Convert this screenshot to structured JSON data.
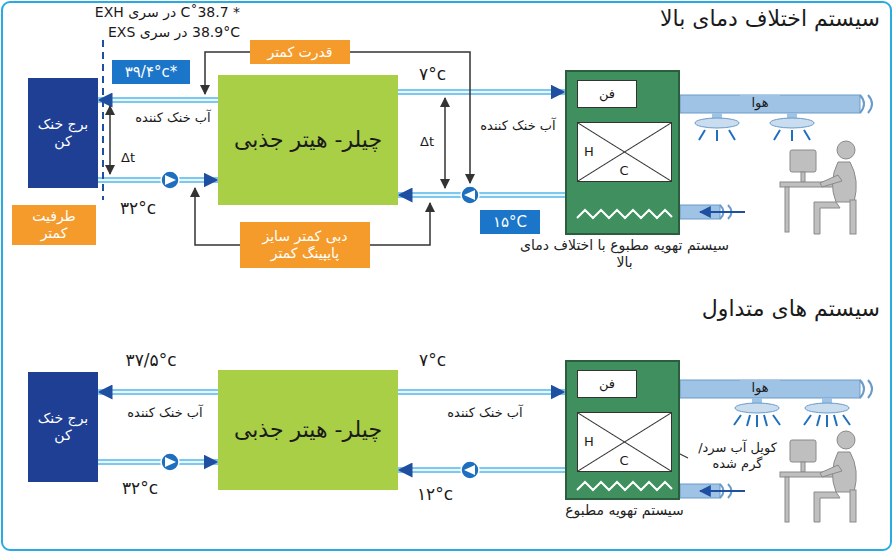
{
  "diagram": {
    "nodes": [
      {
        "text": [
          "برج خنک کن"
        ]
      },
      {
        "text": [
          "قدرت کمتر"
        ]
      },
      {
        "text": [
          "۳۹/۴°c*"
        ]
      },
      {
        "text": [
          "چیلر- هیتر جذبی"
        ]
      },
      {
        "text": [
          "سیستم تهویه مطبوع با اختلاف دمای بالا"
        ]
      },
      {
        "text": [
          "فن"
        ],
        "in": 4
      },
      {
        "text": [
          "H",
          "C"
        ],
        "in": 4
      },
      {
        "text": [
          "طرفیت کمتر"
        ]
      },
      {
        "text": [
          "دبی کمتر سایز پایپینگ کمتر"
        ]
      },
      {
        "text": [
          "۱۵°C"
        ]
      },
      {
        "text": [
          "برج خنک کن"
        ]
      },
      {
        "text": [
          "چیلر- هیتر جذبی"
        ]
      },
      {
        "text": [
          "سیستم تهویه مطبوع"
        ]
      },
      {
        "text": [
          "فن"
        ],
        "in": 12
      },
      {
        "text": [
          "H",
          "C"
        ],
        "in": 12
      }
    ],
    "edges": [
      {
        "from": 3,
        "to": 0,
        "arrow": "to"
      },
      {
        "from": 0,
        "to": 3,
        "arrow": "to"
      },
      {
        "from": 3,
        "to": 4,
        "arrow": "to"
      },
      {
        "from": 4,
        "to": 3,
        "arrow": "to"
      },
      {
        "from": 11,
        "to": 10,
        "arrow": "to"
      },
      {
        "from": 10,
        "to": 11,
        "arrow": "to"
      },
      {
        "from": 11,
        "to": 12,
        "arrow": "to"
      },
      {
        "from": 12,
        "to": 11,
        "arrow": "to"
      }
    ],
    "labels": [
      "* 38.7˚C در سری EXH",
      "38.9°C در سری EXS",
      "سیستم اختلاف دمای بالا",
      "۷°c",
      "آب خنک کننده",
      "Δt",
      "۳۲°c",
      "آب خنک کننده",
      "Δt",
      "هوا",
      "سیستم های متداول",
      "۳۷/۵°c",
      "آب خنک کننده",
      "۷°c",
      "آب خنک کننده",
      "۳۲°c",
      "۱۲°c",
      "هوا",
      "کویل آب سرد/گرم شده"
    ]
  }
}
